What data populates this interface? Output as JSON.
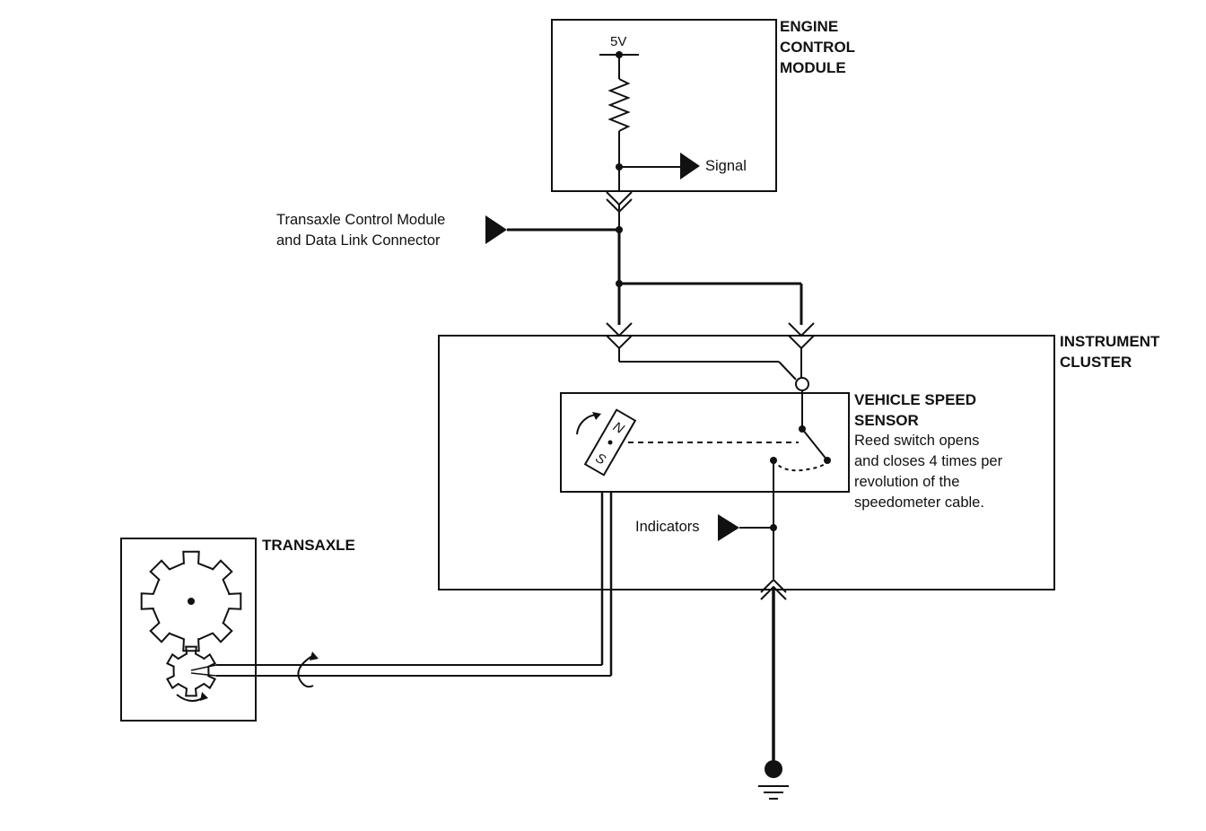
{
  "modules": {
    "ecm": "ENGINE\nCONTROL\nMODULE",
    "instrument_cluster": "INSTRUMENT\nCLUSTER",
    "transaxle": "TRANSAXLE"
  },
  "vss": {
    "title": "VEHICLE SPEED\nSENSOR",
    "description": "Reed switch opens\nand closes 4 times per\nrevolution of the\nspeedometer cable.",
    "magnet_n": "N",
    "magnet_s": "S"
  },
  "labels": {
    "supply": "5V",
    "signal": "Signal",
    "tcm_dlc": "Transaxle Control Module\nand Data Link Connector",
    "indicators": "Indicators"
  }
}
